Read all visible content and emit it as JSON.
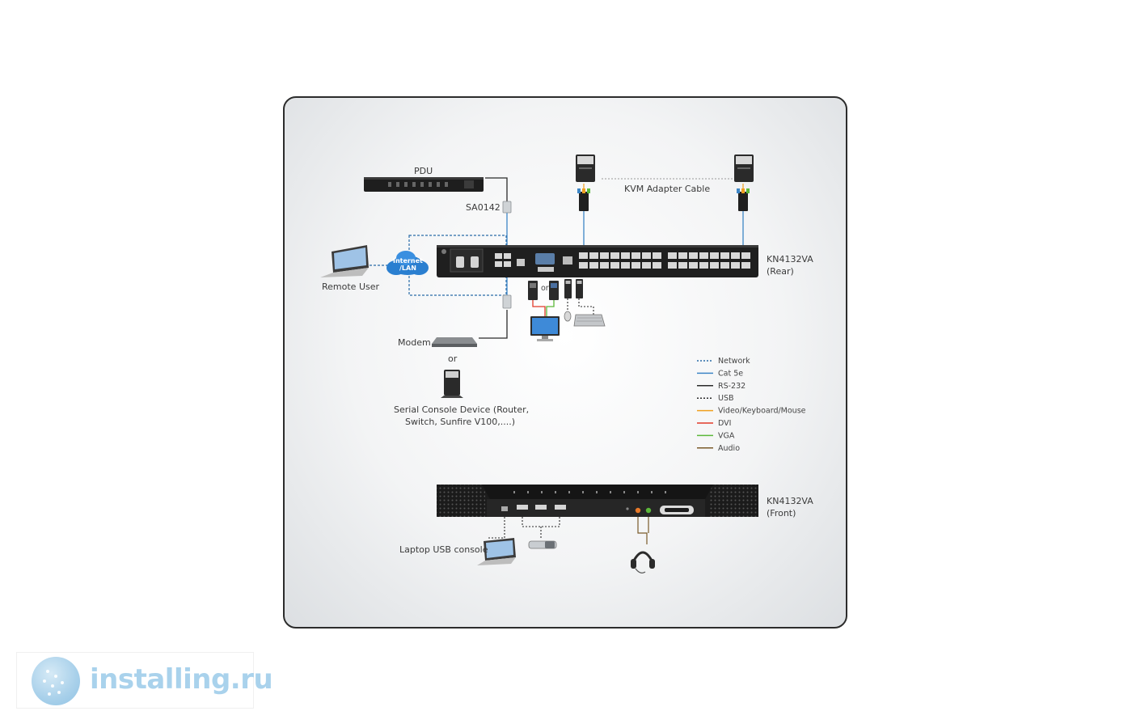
{
  "diagram": {
    "device_labels": {
      "pdu": "PDU",
      "adapter": "SA0142",
      "remote_user": "Remote User",
      "cloud_line1": "Internet",
      "cloud_line2": "/LAN",
      "kvm_adapter_cable": "KVM Adapter Cable",
      "rear_model": "KN4132VA",
      "rear_view": "(Rear)",
      "or_connector": "or",
      "modem": "Modem",
      "or_device": "or",
      "serial_line1": "Serial Console Device (Router,",
      "serial_line2": "Switch, Sunfire V100,....)",
      "front_model": "KN4132VA",
      "front_view": "(Front)",
      "laptop_console": "Laptop USB console"
    },
    "legend": [
      {
        "label": "Network",
        "color": "#2a6ca8",
        "style": "dashed"
      },
      {
        "label": "Cat 5e",
        "color": "#3d86c6",
        "style": "solid"
      },
      {
        "label": "RS-232",
        "color": "#2b2b2b",
        "style": "solid"
      },
      {
        "label": "USB",
        "color": "#2b2b2b",
        "style": "dashed"
      },
      {
        "label": "Video/Keyboard/Mouse",
        "color": "#f0a020",
        "style": "solid"
      },
      {
        "label": "DVI",
        "color": "#e23a2a",
        "style": "solid"
      },
      {
        "label": "VGA",
        "color": "#5cb83a",
        "style": "solid"
      },
      {
        "label": "Audio",
        "color": "#7a5a2a",
        "style": "solid"
      }
    ]
  },
  "watermark": {
    "text": "installing.ru"
  }
}
